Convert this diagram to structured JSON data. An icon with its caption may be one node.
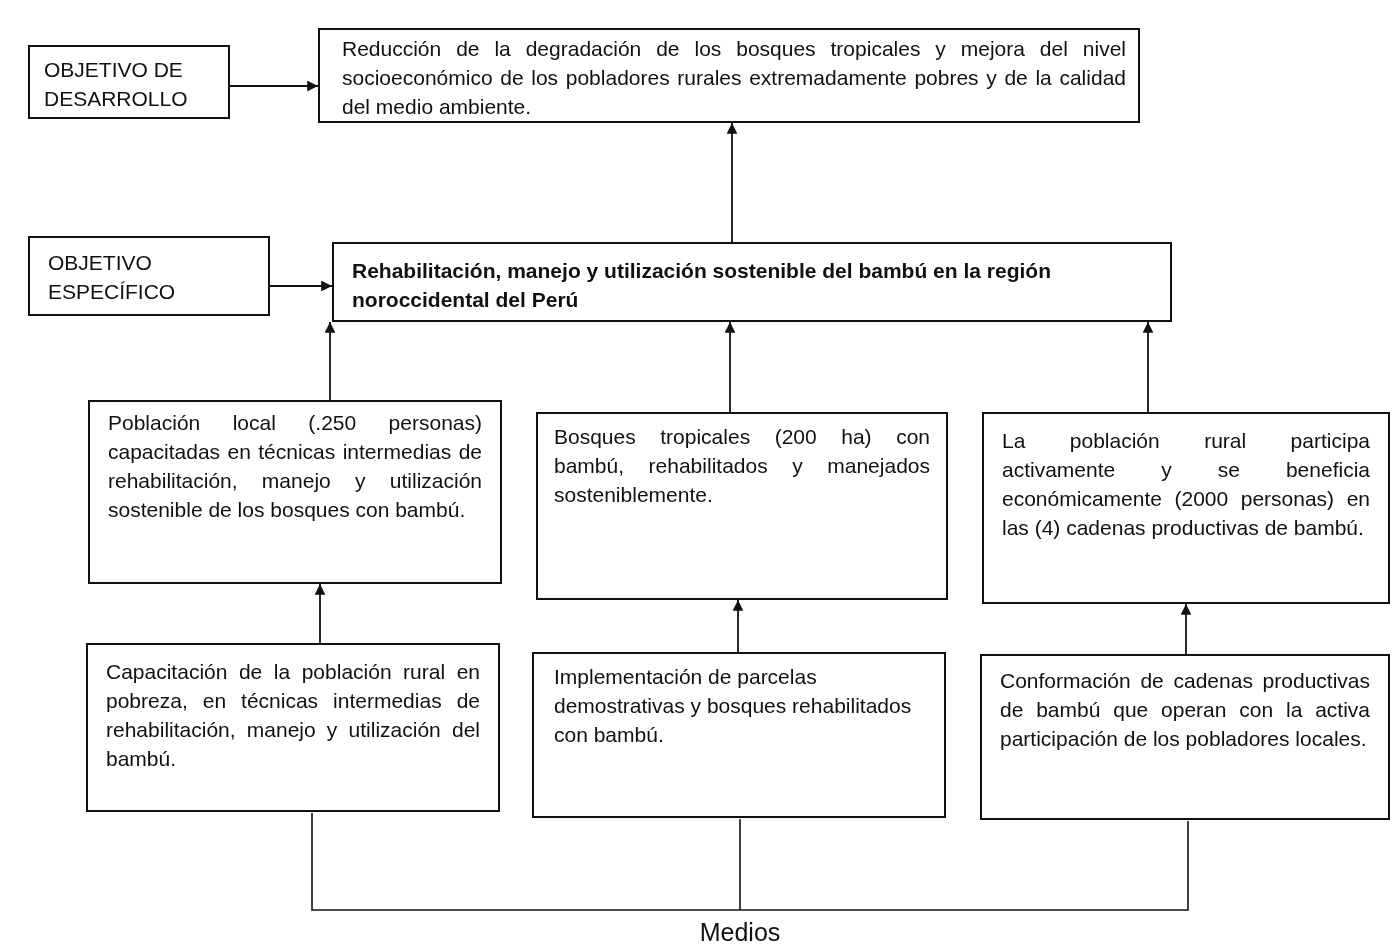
{
  "diagram": {
    "nodes": [
      {
        "text": [
          "OBJETIVO DE DESARROLLO"
        ]
      },
      {
        "text": [
          "Reducción de la degradación de los bosques tropicales y mejora del nivel socioeconómico de los pobladores rurales extremadamente pobres y de la calidad del medio ambiente."
        ]
      },
      {
        "text": [
          "OBJETIVO ESPECÍFICO"
        ]
      },
      {
        "text": [
          "Rehabilitación, manejo y utilización sostenible del bambú en la región noroccidental del Perú"
        ]
      },
      {
        "text": [
          "Población local (.250 personas) capacitadas en técnicas intermedias de rehabilitación, manejo y utilización sostenible de los bosques con bambú."
        ]
      },
      {
        "text": [
          "Bosques tropicales (200 ha) con bambú, rehabilitados y manejados sosteniblemente."
        ]
      },
      {
        "text": [
          "La población rural participa activamente y se beneficia económicamente (2000 personas) en las (4) cadenas productivas de bambú."
        ]
      },
      {
        "text": [
          "Capacitación de la población rural en pobreza, en técnicas intermedias de rehabilitación, manejo y utilización del bambú."
        ]
      },
      {
        "text": [
          "Implementación de parcelas demostrativas y bosques rehabilitados con bambú."
        ]
      },
      {
        "text": [
          "Conformación de cadenas productivas de bambú que operan con la activa participación de los pobladores locales."
        ]
      }
    ],
    "edges": [
      {
        "from": 0,
        "to": 1,
        "arrow": "to"
      },
      {
        "from": 3,
        "to": 1,
        "arrow": "to"
      },
      {
        "from": 2,
        "to": 3,
        "arrow": "to"
      },
      {
        "from": 4,
        "to": 3,
        "arrow": "to"
      },
      {
        "from": 5,
        "to": 3,
        "arrow": "to"
      },
      {
        "from": 6,
        "to": 3,
        "arrow": "to"
      },
      {
        "from": 7,
        "to": 4,
        "arrow": "to"
      },
      {
        "from": 8,
        "to": 5,
        "arrow": "to"
      },
      {
        "from": 9,
        "to": 6,
        "arrow": "to"
      }
    ],
    "labels": [
      "Medios"
    ]
  }
}
